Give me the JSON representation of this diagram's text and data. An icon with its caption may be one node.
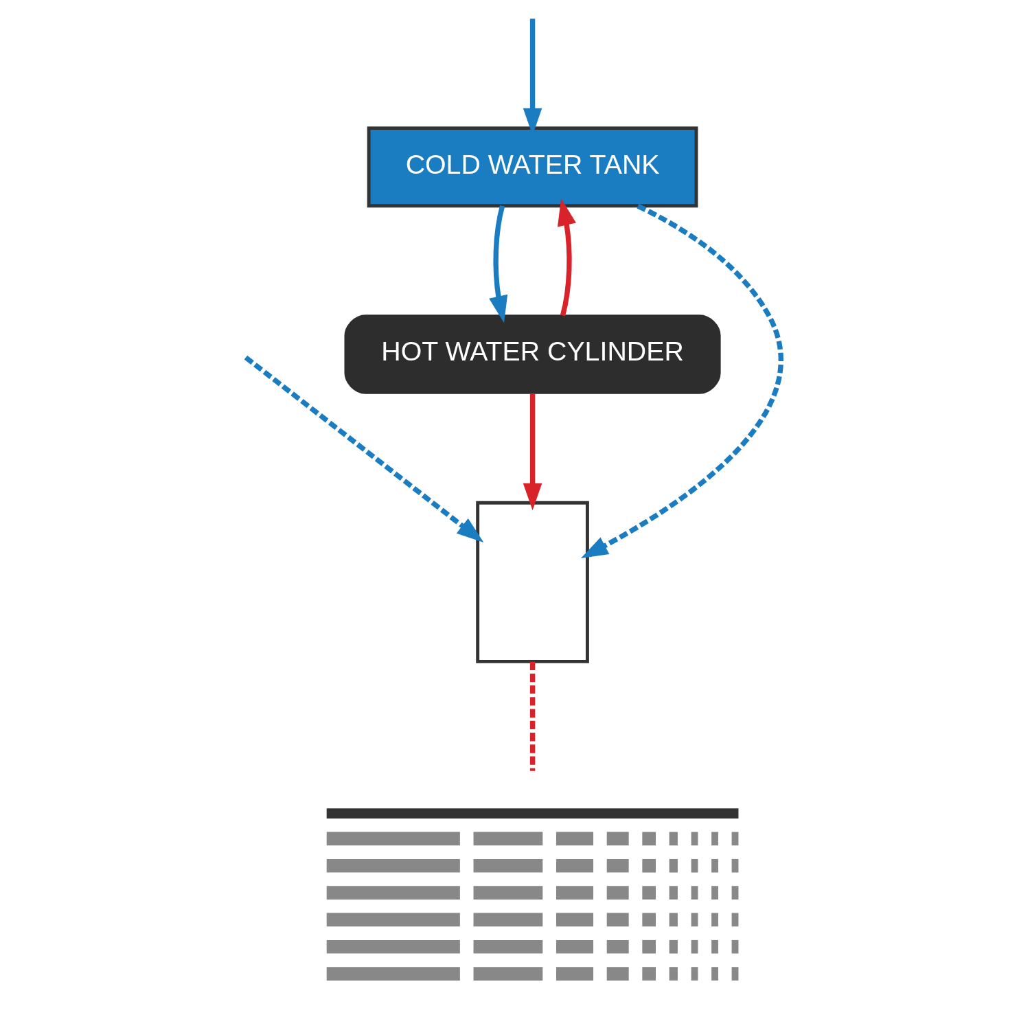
{
  "diagram": {
    "nodes": [
      {
        "text": [
          "COLD WATER TANK"
        ]
      },
      {
        "text": [
          "HOT WATER CYLINDER"
        ]
      },
      {
        "text": [],
        "shape": "box"
      },
      {
        "text": [],
        "shape": "picture"
      }
    ],
    "edges": [
      {
        "from": null,
        "to": 0,
        "arrow": "to"
      },
      {
        "from": 0,
        "to": 1,
        "arrow": "to"
      },
      {
        "from": 1,
        "to": 0,
        "arrow": "to",
        "color": "#d8232a"
      },
      {
        "from": 1,
        "to": 2,
        "arrow": "to",
        "color": "#d8232a"
      },
      {
        "from": 0,
        "to": 2,
        "arrow": "to",
        "style": "dashed"
      },
      {
        "from": null,
        "to": 2,
        "arrow": "to",
        "style": "dashed"
      },
      {
        "from": 2,
        "to": 3,
        "arrow": "none",
        "style": "dashed",
        "color": "#d8232a"
      }
    ]
  }
}
